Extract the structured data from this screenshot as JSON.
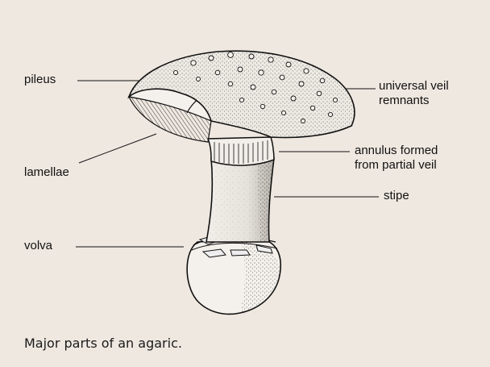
{
  "labels": {
    "pileus": "pileus",
    "lamellae": "lamellae",
    "volva": "volva",
    "universal_veil": [
      "universal veil",
      "remnants"
    ],
    "annulus": [
      "annulus formed",
      "from partial veil"
    ],
    "stipe": "stipe"
  },
  "caption": "Major parts of an agaric.",
  "colors": {
    "background": "#efe8e0",
    "ink": "#111111"
  }
}
